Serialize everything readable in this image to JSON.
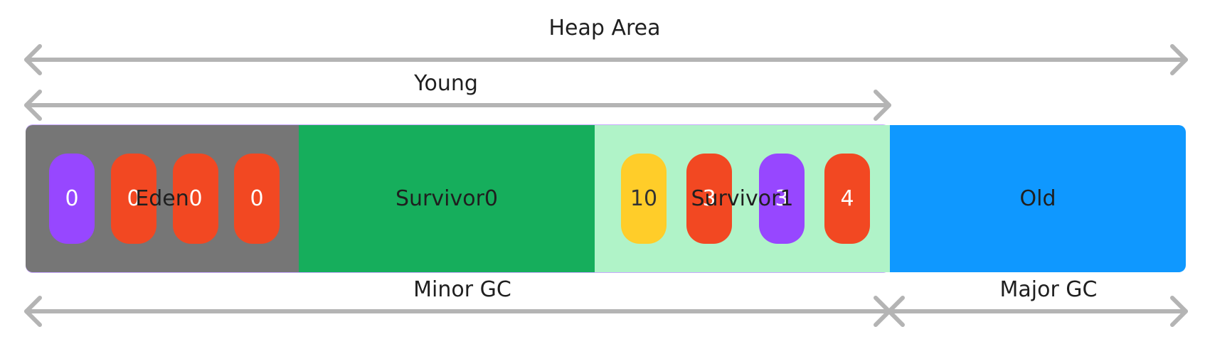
{
  "heap": {
    "title": "Heap Area",
    "young_label": "Young",
    "minor_gc_label": "Minor GC",
    "major_gc_label": "Major GC"
  },
  "regions": {
    "eden": {
      "label": "Eden",
      "color": "#767676"
    },
    "survivor0": {
      "label": "Survivor0",
      "color": "#16ae5c"
    },
    "survivor1": {
      "label": "Survivor1",
      "color": "#b0f3c8"
    },
    "old": {
      "label": "Old",
      "color": "#0f98ff"
    }
  },
  "eden_objects": [
    {
      "value": "0",
      "color": "#9747ff"
    },
    {
      "value": "0",
      "color": "#f24822"
    },
    {
      "value": "0",
      "color": "#f24822"
    },
    {
      "value": "0",
      "color": "#f24822"
    }
  ],
  "survivor1_objects": [
    {
      "value": "10",
      "color": "#ffcd29"
    },
    {
      "value": "3",
      "color": "#f24822"
    },
    {
      "value": "3",
      "color": "#9747ff"
    },
    {
      "value": "4",
      "color": "#f24822"
    }
  ],
  "colors": {
    "arrow": "#b4b4b4",
    "selection_outline": "#c8a8ff"
  }
}
